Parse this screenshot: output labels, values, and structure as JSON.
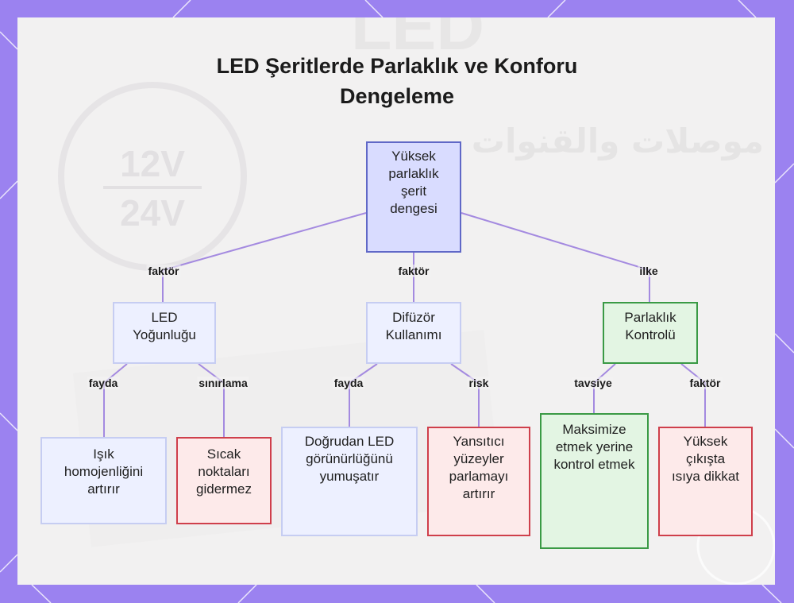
{
  "title": "LED Şeritlerde Parlaklık ve Konforu Dengeleme",
  "nodes": {
    "root": "Yüksek parlaklık şerit dengesi",
    "led_density": "LED Yoğunluğu",
    "diffuser": "Difüzör Kullanımı",
    "brightness_control": "Parlaklık Kontrolü",
    "light_uniformity": "Işık homojenliğini artırır",
    "hot_spots": "Sıcak noktaları gidermez",
    "direct_led": "Doğrudan LED görünürlüğünü yumuşatır",
    "reflective": "Yansıtıcı yüzeyler parlamayı artırır",
    "maximize": "Maksimize etmek yerine kontrol etmek",
    "high_output": "Yüksek çıkışta ısıya dikkat"
  },
  "edges": {
    "root_led": "faktör",
    "root_diffuser": "faktör",
    "root_control": "ilke",
    "led_uniformity": "fayda",
    "led_hotspots": "sınırlama",
    "diffuser_direct": "fayda",
    "diffuser_reflective": "risk",
    "control_maximize": "tavsiye",
    "control_output": "faktör"
  },
  "background": {
    "voltage_top": "12V",
    "voltage_bottom": "24V",
    "brand_text": "LED",
    "arabic_text": "موصلات والقنوات"
  },
  "colors": {
    "frame": "#9b82f0",
    "connector": "#a48ae0",
    "root_fill": "#d9dcff",
    "root_border": "#6068c7",
    "blue_fill": "#edf0ff",
    "blue_border": "#c6cdf2",
    "green_fill": "#e3f5e3",
    "green_border": "#3a9a45",
    "red_fill": "#fdeaea",
    "red_border": "#cf3f4b"
  }
}
